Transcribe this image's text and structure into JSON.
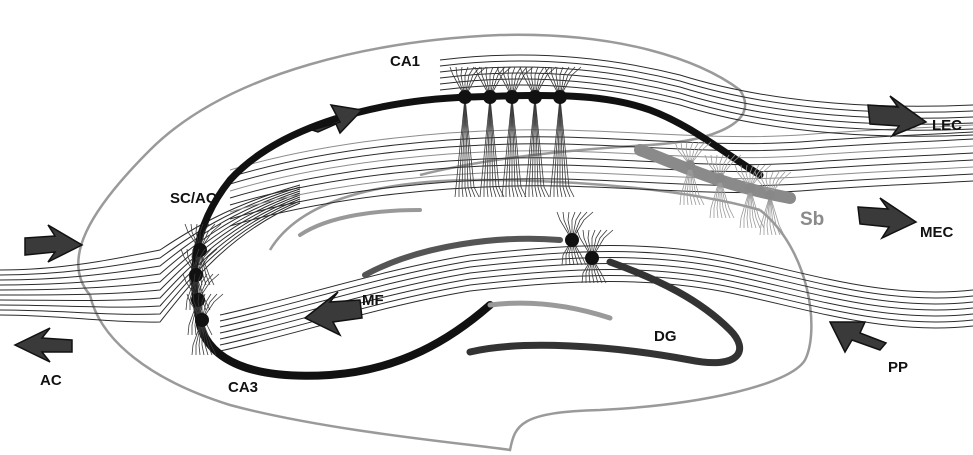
{
  "labels": {
    "ca1": "CA1",
    "ca3": "CA3",
    "dg": "DG",
    "sb": "Sb",
    "sc_ac": "SC/AC",
    "mf": "MF",
    "pp": "PP",
    "lec": "LEC",
    "mec": "MEC",
    "ac": "AC"
  },
  "colors": {
    "outline": "#9a9a9a",
    "fibers": "#2b2b2b",
    "pyramidal_layer": "#111111",
    "granule_layer": "#333333",
    "subiculum": "#8a8a8a",
    "arrows": "#3a3a3a"
  },
  "icons": {
    "arrow": "arrowhead-icon",
    "neuron": "pyramidal-neuron-icon"
  }
}
